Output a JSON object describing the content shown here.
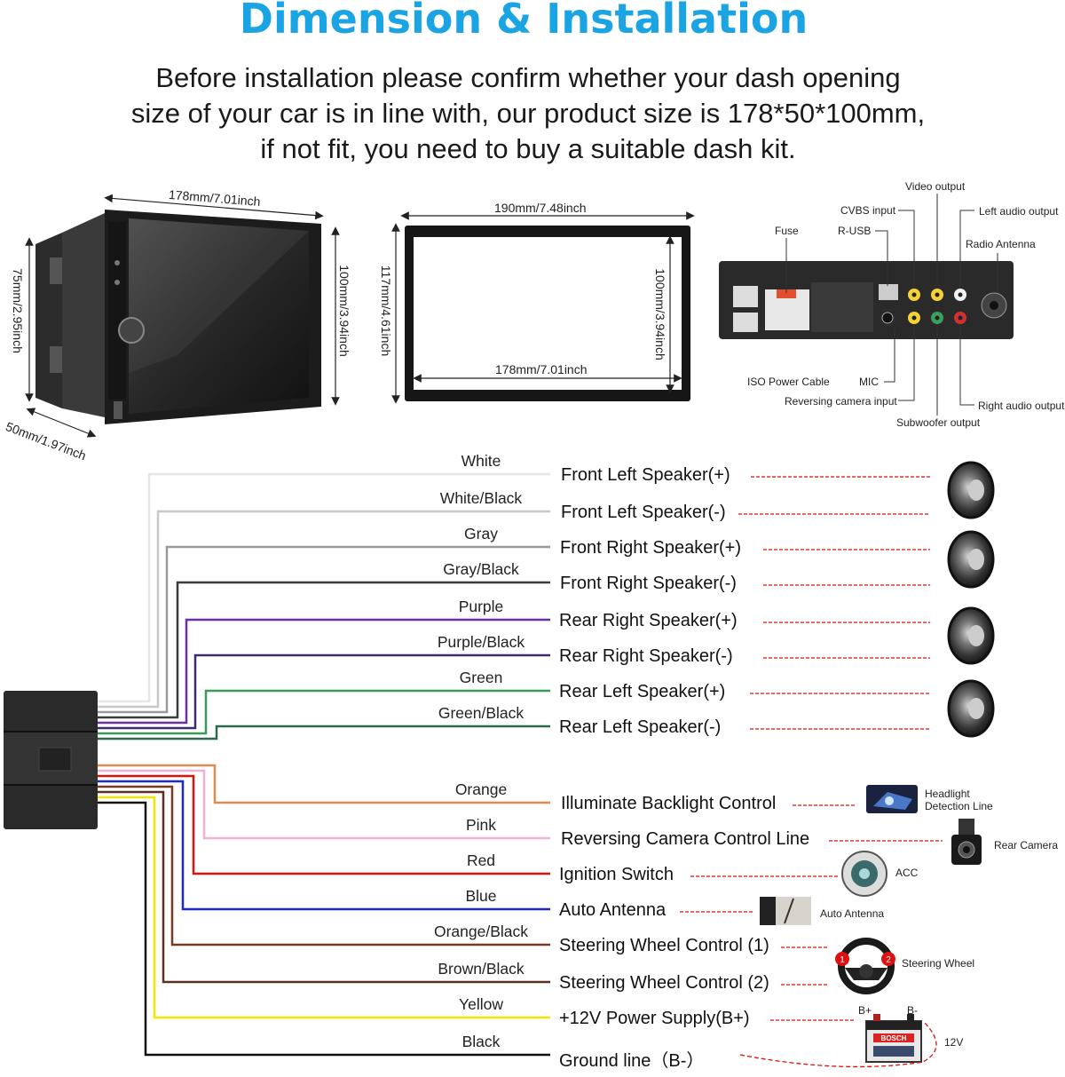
{
  "title": "Dimension & Installation",
  "subtitle": [
    "Before installation please confirm whether your dash opening",
    "size of your car is in line with, our product size is 178*50*100mm,",
    "if not fit, you need to buy a suitable dash kit."
  ],
  "dimensions": {
    "radio_width": "178mm/7.01inch",
    "radio_height": "100mm/3.94inch",
    "radio_back_height": "75mm/2.95inch",
    "radio_depth": "50mm/1.97inch",
    "frame_outer_width": "190mm/7.48inch",
    "frame_outer_height": "117mm/4.61inch",
    "frame_inner_width": "178mm/7.01inch",
    "frame_inner_height": "100mm/3.94inch"
  },
  "rear_panel": {
    "video_output": "Video output",
    "cvbs_input": "CVBS input",
    "left_audio_output": "Left audio output",
    "fuse": "Fuse",
    "r_usb": "R-USB",
    "radio_antenna": "Radio Antenna",
    "iso_power_cable": "ISO Power Cable",
    "mic": "MIC",
    "reversing_camera_input": "Reversing camera input",
    "right_audio_output": "Right audio output",
    "subwoofer_output": "Subwoofer output"
  },
  "wires": [
    {
      "color_name": "White",
      "function": "Front Left Speaker(+)",
      "hex": "#e6e6e6"
    },
    {
      "color_name": "White/Black",
      "function": "Front Left Speaker(-)",
      "hex": "#c8c8c8"
    },
    {
      "color_name": "Gray",
      "function": "Front Right Speaker(+)",
      "hex": "#9a9a9a"
    },
    {
      "color_name": "Gray/Black",
      "function": "Front Right Speaker(-)",
      "hex": "#3a3a3a"
    },
    {
      "color_name": "Purple",
      "function": "Rear Right Speaker(+)",
      "hex": "#6a2fa8"
    },
    {
      "color_name": "Purple/Black",
      "function": "Rear Right Speaker(-)",
      "hex": "#3c2a6a"
    },
    {
      "color_name": "Green",
      "function": "Rear Left Speaker(+)",
      "hex": "#3a9a5a"
    },
    {
      "color_name": "Green/Black",
      "function": "Rear Left Speaker(-)",
      "hex": "#2a6a4a"
    },
    {
      "color_name": "Orange",
      "function": "Illuminate Backlight Control",
      "hex": "#e08a50"
    },
    {
      "color_name": "Pink",
      "function": "Reversing Camera Control Line",
      "hex": "#f0b0d8"
    },
    {
      "color_name": "Red",
      "function": "Ignition  Switch",
      "hex": "#dd1111"
    },
    {
      "color_name": "Blue",
      "function": "Auto Antenna",
      "hex": "#1a2ad0"
    },
    {
      "color_name": "Orange/Black",
      "function": "Steering Wheel Control (1)",
      "hex": "#7a3a22"
    },
    {
      "color_name": "Brown/Black",
      "function": "Steering Wheel Control (2)",
      "hex": "#5a3020"
    },
    {
      "color_name": "Yellow",
      "function": "+12V Power Supply(B+)",
      "hex": "#f2e600"
    },
    {
      "color_name": "Black",
      "function": "Ground line（B-）",
      "hex": "#111111"
    }
  ],
  "devices": {
    "headlight": [
      "Headlight",
      "Detection Line"
    ],
    "rear_camera": "Rear Camera",
    "acc": "ACC",
    "auto_antenna": "Auto Antenna",
    "steering_wheel": "Steering Wheel",
    "battery_plus": "B+",
    "battery_minus": "B-",
    "battery_voltage": "12V",
    "battery_brand": "BOSCH",
    "steering_btn_1": "1",
    "steering_btn_2": "2"
  },
  "colors": {
    "title": "#1aa4e4",
    "dash_red": "#dd1111",
    "connector": "#2a2a2a"
  }
}
